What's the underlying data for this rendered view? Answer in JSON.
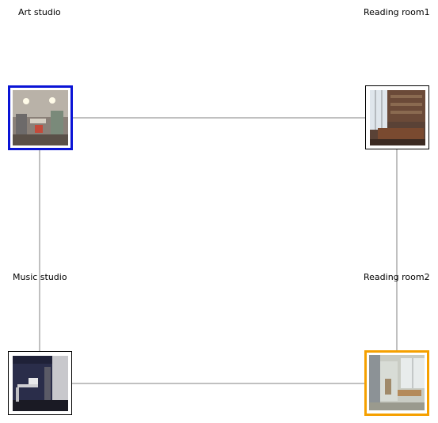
{
  "rooms": [
    {
      "id": "art-studio",
      "label": "Art studio",
      "highlight": "#0a14d6"
    },
    {
      "id": "reading-room1",
      "label": "Reading room1",
      "highlight": ""
    },
    {
      "id": "music-studio",
      "label": "Music studio",
      "highlight": ""
    },
    {
      "id": "reading-room2",
      "label": "Reading room2",
      "highlight": "#f5a000"
    }
  ],
  "edges": [
    [
      "art-studio",
      "reading-room1"
    ],
    [
      "art-studio",
      "music-studio"
    ],
    [
      "reading-room1",
      "reading-room2"
    ],
    [
      "music-studio",
      "reading-room2"
    ]
  ],
  "colors": {
    "edge": "#808080",
    "frame": "#000000"
  }
}
